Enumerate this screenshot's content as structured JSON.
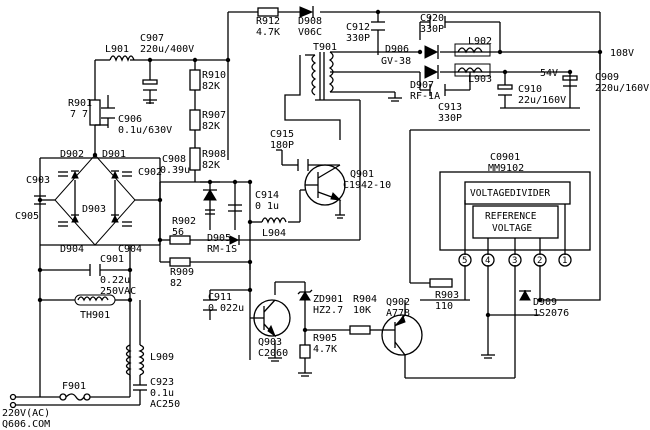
{
  "labels": {
    "r912": "R912",
    "r912v": "4.7K",
    "d908": "D908",
    "d908v": "V06C",
    "c912": "C912",
    "c912v": "330P",
    "c920": "C920",
    "c920v": "330P",
    "l901": "L901",
    "c907": "C907",
    "c907v": "220u/400V",
    "t901": "T901",
    "d906": "D906",
    "d906v": "GV-38",
    "l902": "L902",
    "l903": "L903",
    "out108": "108V",
    "out54": "54V",
    "c909": "C909",
    "c909v": "220u/160V",
    "r901": "R901",
    "r901v": "7 7",
    "r910": "R910",
    "r910v": "82K",
    "r907": "R907",
    "r907v": "82K",
    "c906": "C906",
    "c906v": "0.1u/630V",
    "d907": "D907",
    "d907v": "RF-1A",
    "c910": "C910",
    "c910v": "22u/160V",
    "c913": "C913",
    "c913v": "330P",
    "c915": "C915",
    "c915v": "180P",
    "d902": "D902",
    "d901": "D901",
    "c908": "C908",
    "c908v": "0.39u",
    "r908": "R908",
    "r908v": "82K",
    "q901": "Q901",
    "q901v": "C1942-10",
    "c0901": "C0901",
    "mm9102": "MM9102",
    "vdiv": "VOLTAGEDIVIDER",
    "ref1": "REFERENCE",
    "ref2": "VOLTAGE",
    "c903": "C903",
    "c902": "C902",
    "d903": "D903",
    "c914": "C914",
    "c914v": "0 1u",
    "c905": "C905",
    "r902": "R902",
    "r902v": "56",
    "l904": "L904",
    "d905": "D905",
    "d905v": "RM-1S",
    "d904": "D904",
    "c904": "C904",
    "r909": "R909",
    "r909v": "82",
    "pin5": "5",
    "pin4": "4",
    "pin3": "3",
    "pin2": "2",
    "pin1": "1",
    "c901": "C901",
    "c901v": "0.22u",
    "c901v2": "250VAC",
    "r903": "R903",
    "r903v": "110",
    "d909": "D909",
    "d909v": "1S2076",
    "c911": "C911",
    "c911v": "0 022u",
    "zd901": "ZD901",
    "zd901v": "HZ2.7",
    "r904": "R904",
    "r904v": "10K",
    "q902": "Q902",
    "q902v": "A778",
    "th901": "TH901",
    "q903": "Q903",
    "q903v": "C2060",
    "r905": "R905",
    "r905v": "4.7K",
    "l909": "L909",
    "f901": "F901",
    "c923": "C923",
    "c923v": "0.1u",
    "c923v2": "AC250",
    "ac": "220V(AC)",
    "watermark": "Q606.COM"
  }
}
